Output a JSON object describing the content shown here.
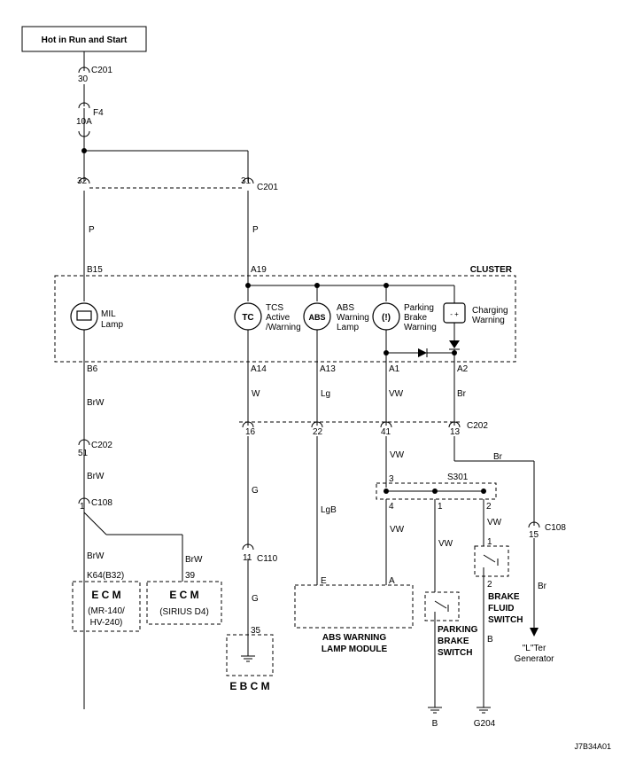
{
  "diagram": {
    "power_source": "Hot in Run and Start",
    "connectors": {
      "c201_top": {
        "pin": "30",
        "name": "C201"
      },
      "fuse": {
        "name": "F4",
        "rating": "10A"
      },
      "c201_mid": {
        "pin_left": "32",
        "pin_right": "31",
        "name": "C201"
      },
      "c202": {
        "pin_a": "16",
        "pin_b": "22",
        "pin_c": "41",
        "pin_d": "13",
        "name": "C202"
      },
      "c202_left": {
        "pin": "51",
        "name": "C202"
      },
      "c108_left": {
        "pin": "1",
        "name": "C108"
      },
      "c108_right": {
        "pin": "15",
        "name": "C108"
      },
      "c110": {
        "pin": "11",
        "name": "C110"
      },
      "s301": {
        "name": "S301",
        "pin_top": "3",
        "pin_a": "4",
        "pin_b": "1",
        "pin_c": "2"
      }
    },
    "wire_colors": {
      "p_left": "P",
      "p_right": "P",
      "brw_1": "BrW",
      "brw_2": "BrW",
      "brw_3": "BrW",
      "brw_4": "BrW",
      "w": "W",
      "lg": "Lg",
      "vw_1": "VW",
      "br_1": "Br",
      "vw_2": "VW",
      "br_2": "Br",
      "g_1": "G",
      "lgb": "LgB",
      "vw_3": "VW",
      "vw_4": "VW",
      "vw_5": "VW",
      "g_2": "G",
      "br_3": "Br",
      "b": "B"
    },
    "cluster": {
      "title": "CLUSTER",
      "pins": {
        "b15": "B15",
        "a19": "A19",
        "b6": "B6",
        "a14": "A14",
        "a13": "A13",
        "a1": "A1",
        "a2": "A2"
      },
      "mil": {
        "line1": "MIL",
        "line2": "Lamp"
      },
      "tcs": {
        "line1": "TCS",
        "line2": "Active",
        "line3": "/Warning",
        "glyph": "TC"
      },
      "abs": {
        "line1": "ABS",
        "line2": "Warning",
        "line3": "Lamp",
        "glyph": "ABS"
      },
      "parking": {
        "line1": "Parking",
        "line2": "Brake",
        "line3": "Warning",
        "glyph": "(!)"
      },
      "charging": {
        "line1": "Charging",
        "line2": "Warning"
      }
    },
    "ecm1": {
      "title": "E C M",
      "line1": "(MR-140/",
      "line2": "HV-240)",
      "pin_label": "K64(B32)"
    },
    "ecm2": {
      "title": "E C M",
      "line1": "(SIRIUS D4)",
      "pin_label": "39"
    },
    "ebcm": {
      "title": "E B C M",
      "pin": "35"
    },
    "abs_module": {
      "line1": "ABS WARNING",
      "line2": "LAMP MODULE",
      "pin_e": "E",
      "pin_a": "A"
    },
    "parking_switch": {
      "line1": "PARKING",
      "line2": "BRAKE",
      "line3": "SWITCH"
    },
    "brake_fluid_switch": {
      "line1": "BRAKE",
      "line2": "FLUID",
      "line3": "SWITCH",
      "pin_top": "1",
      "pin_bottom": "2"
    },
    "generator": {
      "line1": "\"L\"Ter",
      "line2": "Generator"
    },
    "grounds": {
      "left": "B",
      "right": "G204"
    },
    "figure_code": "J7B34A01"
  }
}
